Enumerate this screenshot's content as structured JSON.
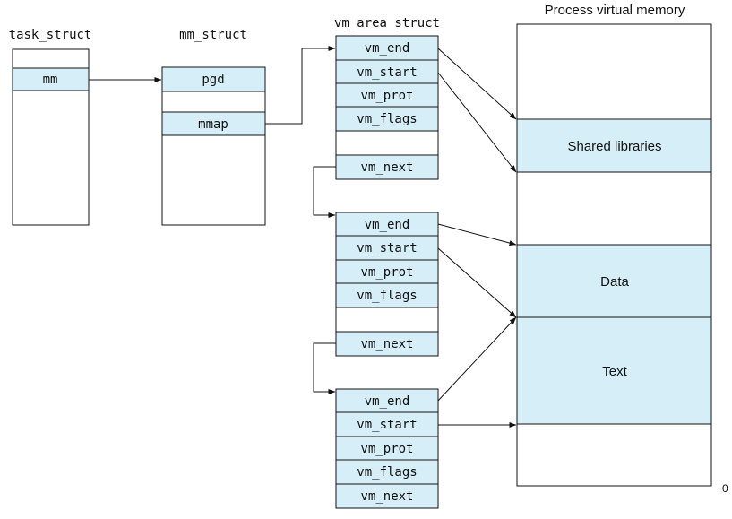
{
  "colors": {
    "fill": "#d6eef8",
    "stroke": "#111111",
    "background": "#ffffff"
  },
  "task_struct": {
    "title": "task_struct",
    "field_mm": "mm"
  },
  "mm_struct": {
    "title": "mm_struct",
    "field_pgd": "pgd",
    "field_mmap": "mmap"
  },
  "vm_area_struct": {
    "title": "vm_area_struct",
    "areas": [
      {
        "vm_end": "vm_end",
        "vm_start": "vm_start",
        "vm_prot": "vm_prot",
        "vm_flags": "vm_flags",
        "vm_next": "vm_next"
      },
      {
        "vm_end": "vm_end",
        "vm_start": "vm_start",
        "vm_prot": "vm_prot",
        "vm_flags": "vm_flags",
        "vm_next": "vm_next"
      },
      {
        "vm_end": "vm_end",
        "vm_start": "vm_start",
        "vm_prot": "vm_prot",
        "vm_flags": "vm_flags",
        "vm_next": "vm_next"
      }
    ]
  },
  "process_memory": {
    "title": "Process virtual memory",
    "shared_libraries": "Shared libraries",
    "data": "Data",
    "text": "Text",
    "zero_label": "0"
  }
}
